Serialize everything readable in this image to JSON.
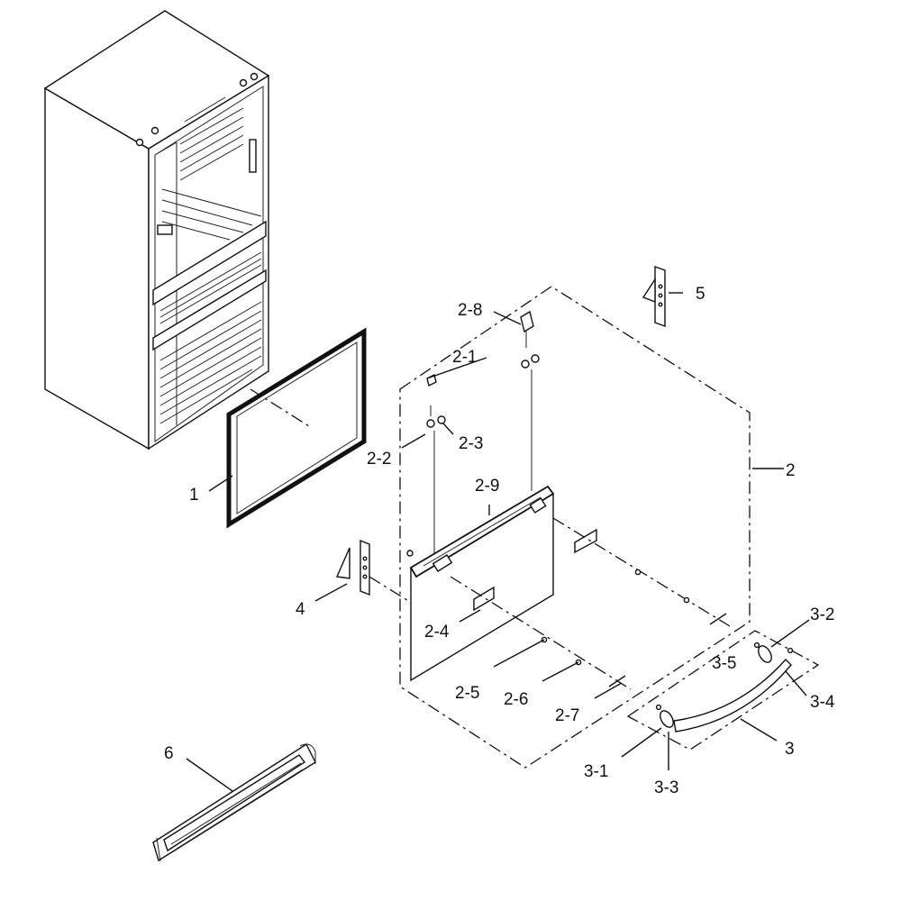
{
  "labels": {
    "l1": "1",
    "l2": "2",
    "l2_1": "2-1",
    "l2_2": "2-2",
    "l2_3": "2-3",
    "l2_4": "2-4",
    "l2_5": "2-5",
    "l2_6": "2-6",
    "l2_7": "2-7",
    "l2_8": "2-8",
    "l2_9": "2-9",
    "l3": "3",
    "l3_1": "3-1",
    "l3_2": "3-2",
    "l3_3": "3-3",
    "l3_4": "3-4",
    "l3_5": "3-5",
    "l4": "4",
    "l5": "5",
    "l6": "6"
  }
}
